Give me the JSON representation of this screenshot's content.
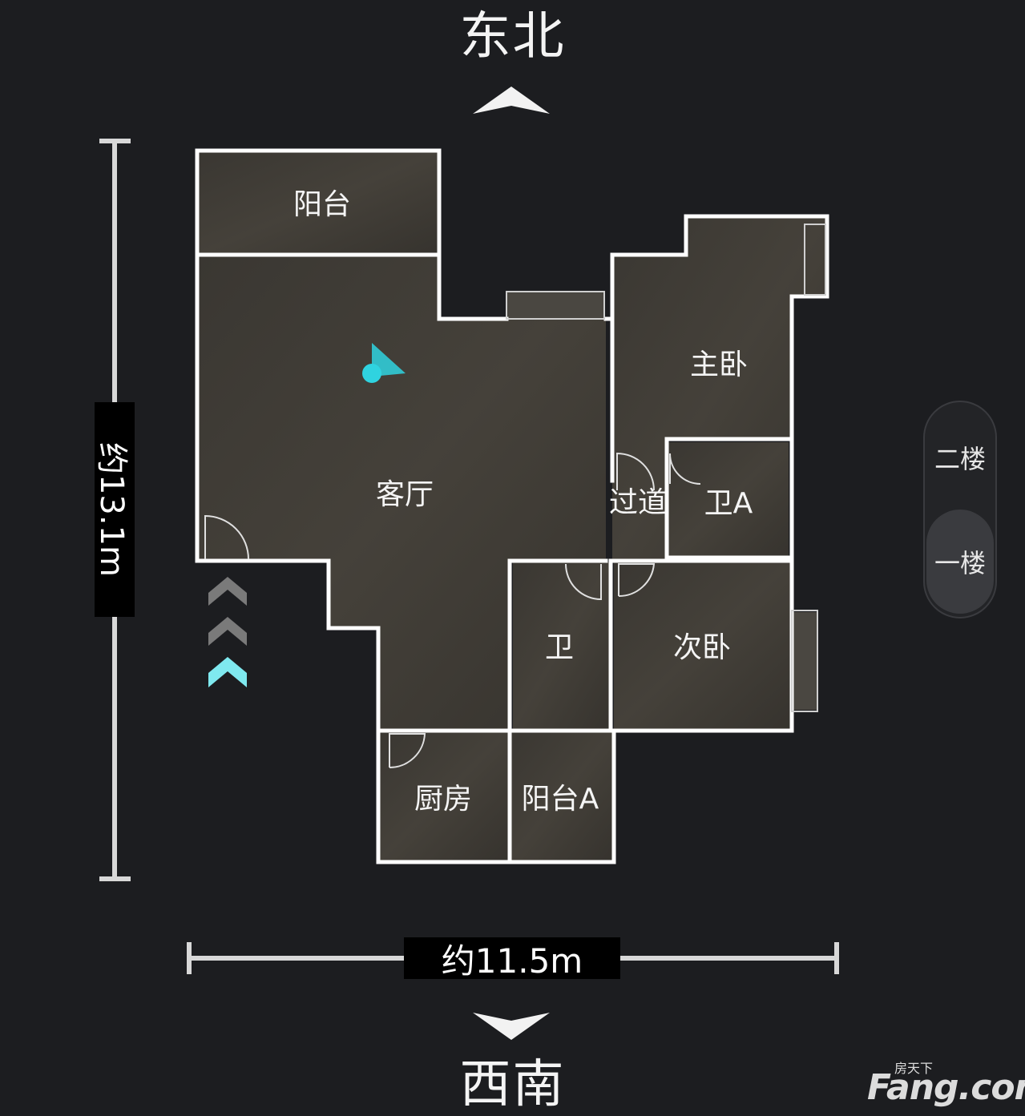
{
  "compass": {
    "top_label": "东北",
    "bottom_label": "西南"
  },
  "dimensions": {
    "height_label": "约13.1m",
    "width_label": "约11.5m"
  },
  "rooms": {
    "balcony": "阳台",
    "living_room": "客厅",
    "master_bedroom": "主卧",
    "corridor": "过道",
    "bathroom_a": "卫A",
    "bathroom": "卫",
    "second_bedroom": "次卧",
    "kitchen": "厨房",
    "balcony_a": "阳台A"
  },
  "floor_switch": {
    "options": [
      "二楼",
      "一楼"
    ],
    "selected": "一楼"
  },
  "watermark": {
    "brand": "Fang.com",
    "brand_cn": "房天下"
  },
  "colors": {
    "background": "#1c1d20",
    "wall": "#ffffff",
    "room_fill": "#3d3a35",
    "position_marker": "#2fd3e0",
    "arrow_active": "#7fe9ef",
    "arrow_inactive": "#7a7a7a"
  }
}
